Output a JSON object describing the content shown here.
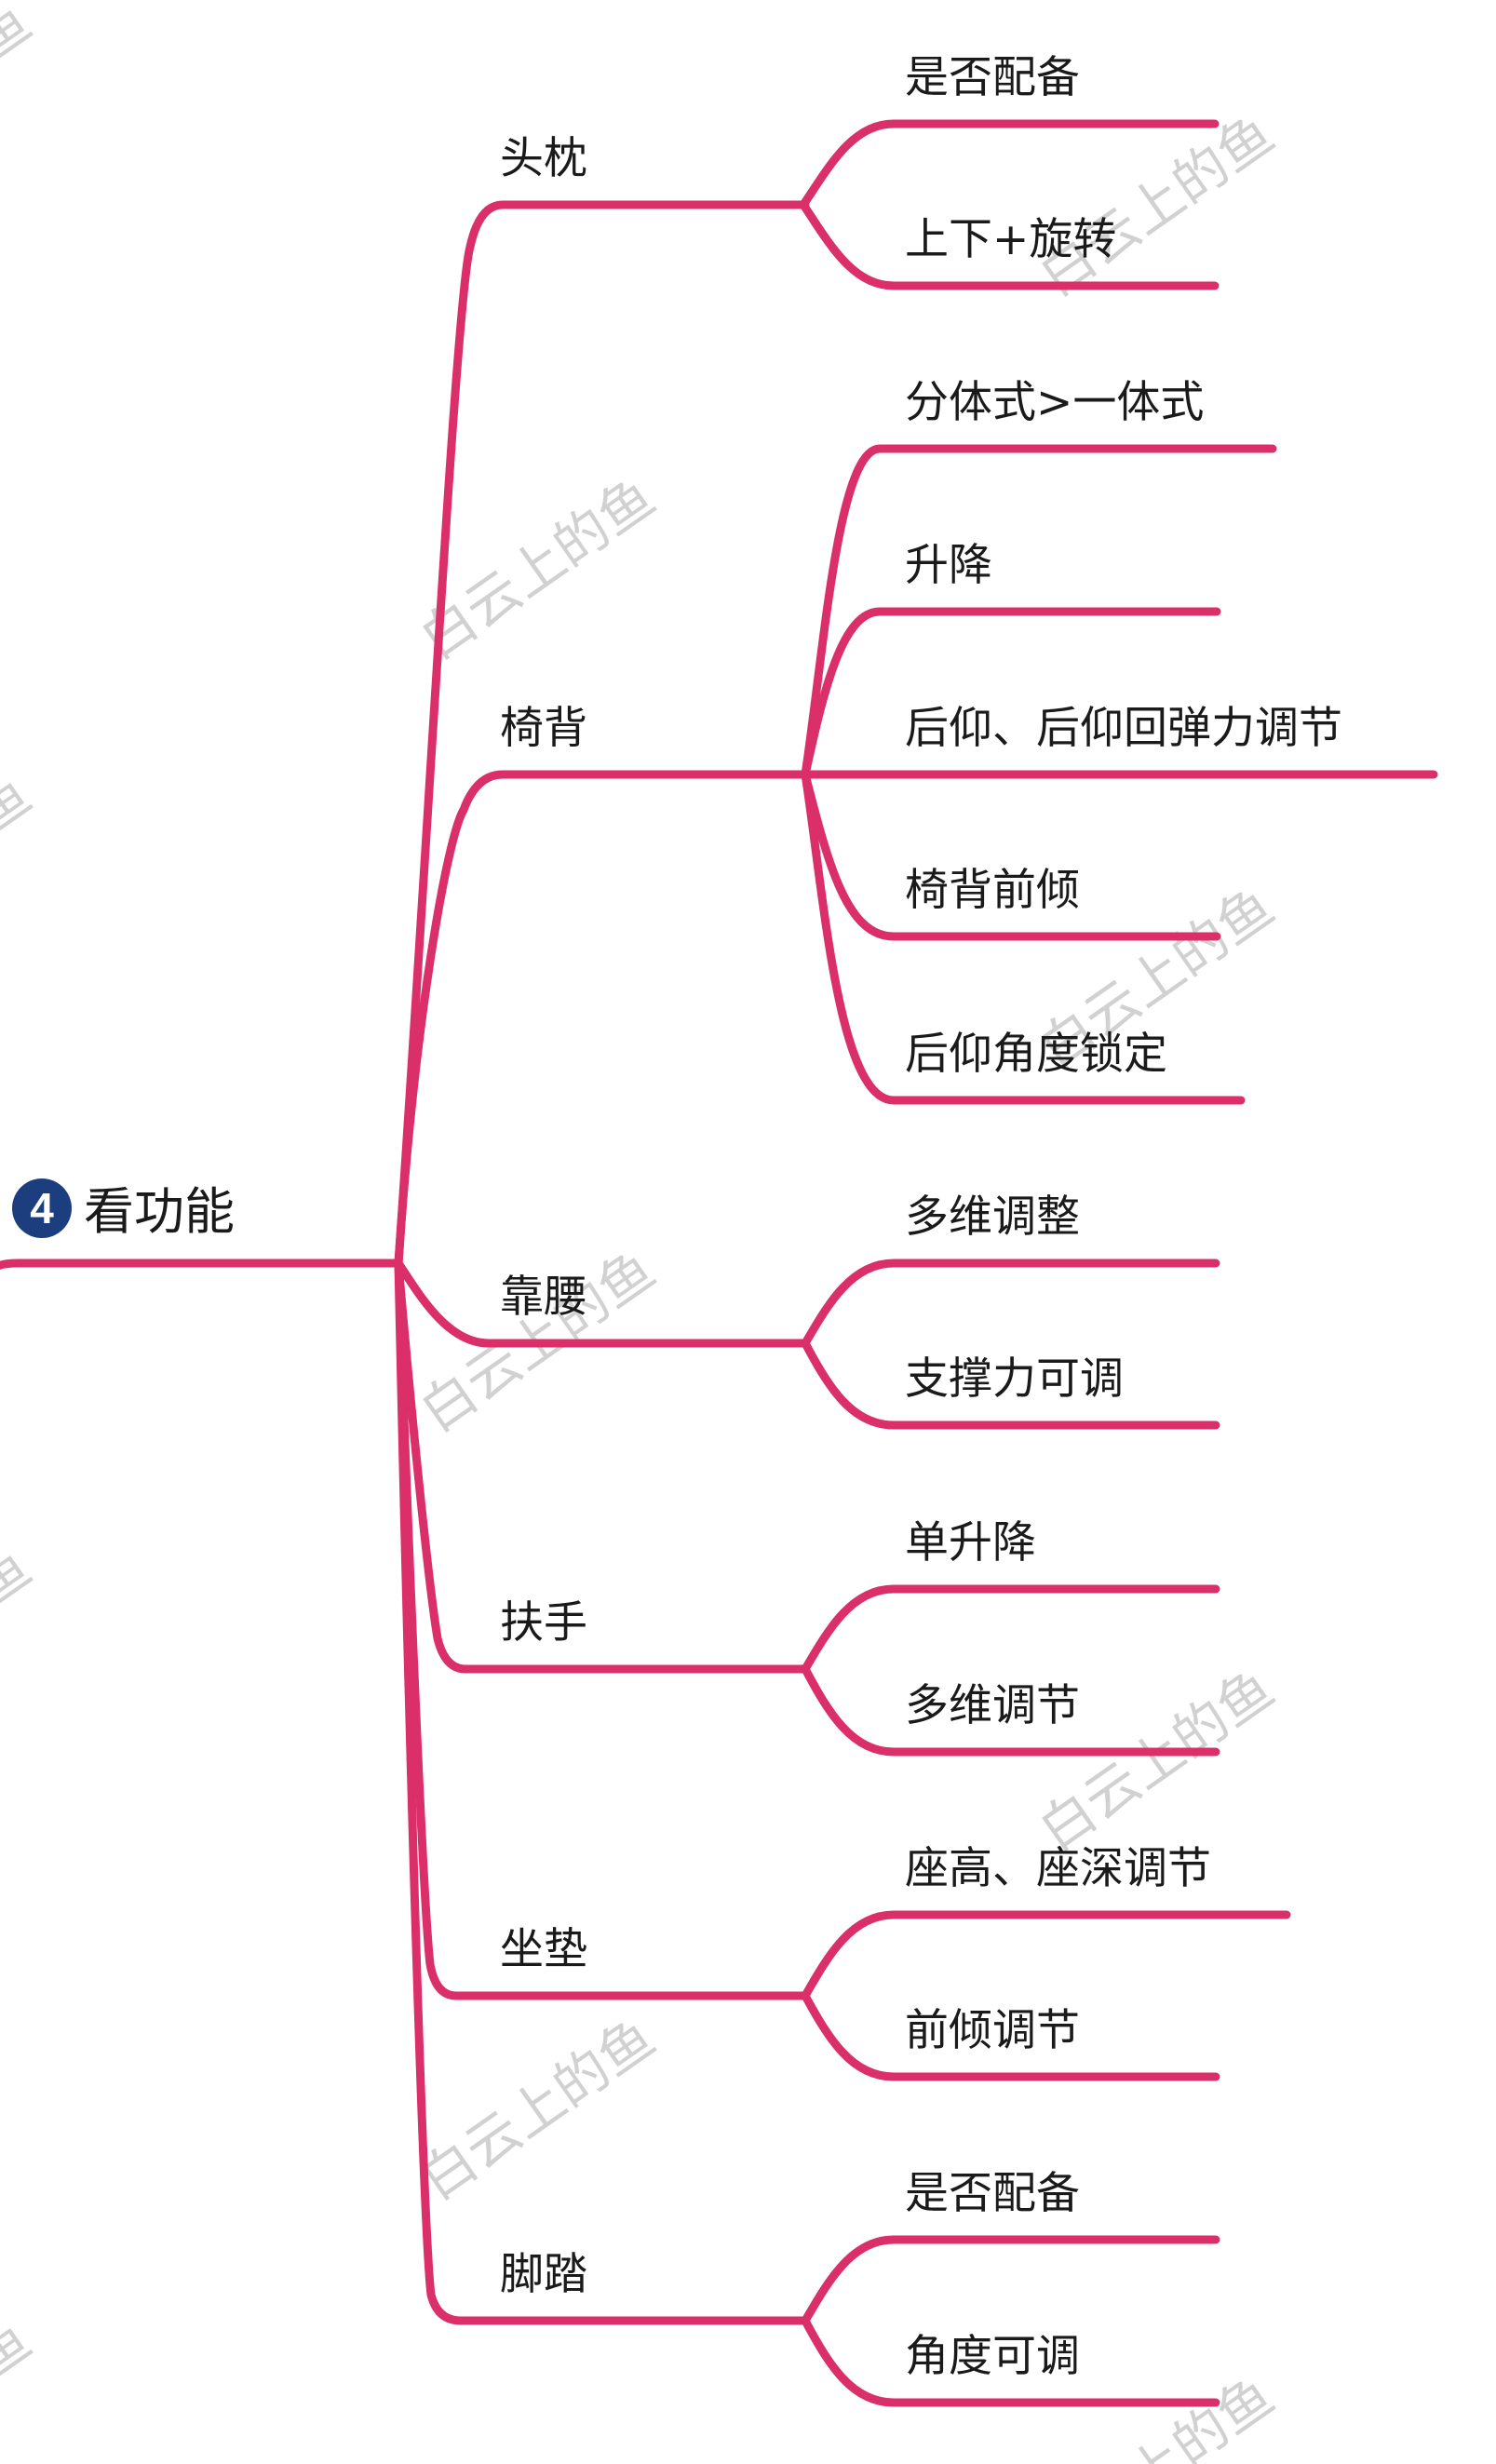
{
  "colors": {
    "edge": "#da2f68",
    "badge": "#1d3e7e",
    "text": "#1a1a1a",
    "watermark": "#c9c9c9"
  },
  "watermark": "白云上的鱼",
  "root": {
    "badge": "4",
    "label": "看功能"
  },
  "branches": [
    {
      "label": "头枕",
      "leaves": [
        "是否配备",
        "上下+旋转"
      ]
    },
    {
      "label": "椅背",
      "leaves": [
        "分体式>一体式",
        "升降",
        "后仰、后仰回弹力调节",
        "椅背前倾",
        "后仰角度锁定"
      ]
    },
    {
      "label": "靠腰",
      "leaves": [
        "多维调整",
        "支撑力可调"
      ]
    },
    {
      "label": "扶手",
      "leaves": [
        "单升降",
        "多维调节"
      ]
    },
    {
      "label": "坐垫",
      "leaves": [
        "座高、座深调节",
        "前倾调节"
      ]
    },
    {
      "label": "脚踏",
      "leaves": [
        "是否配备",
        "角度可调"
      ]
    }
  ]
}
